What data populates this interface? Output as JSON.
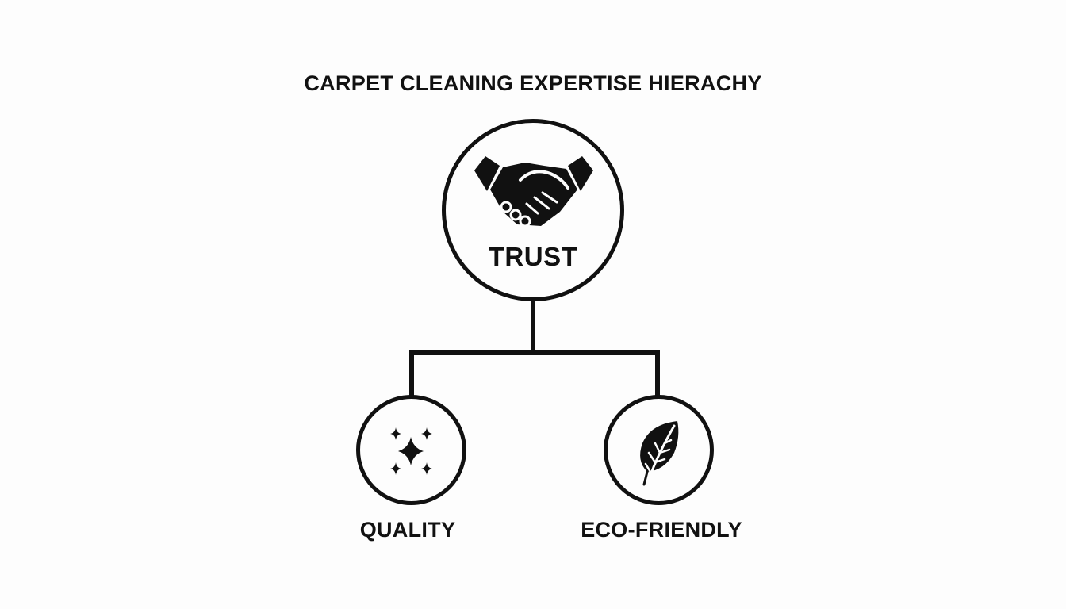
{
  "title": "CARPET CLEANING EXPERTISE HIERACHY",
  "root": {
    "label": "TRUST",
    "icon": "handshake-icon"
  },
  "children": [
    {
      "label": "QUALITY",
      "icon": "sparkle-icon"
    },
    {
      "label": "ECO-FRIENDLY",
      "icon": "leaf-icon"
    }
  ],
  "colors": {
    "stroke": "#111111",
    "background": "#fdfdfd"
  }
}
